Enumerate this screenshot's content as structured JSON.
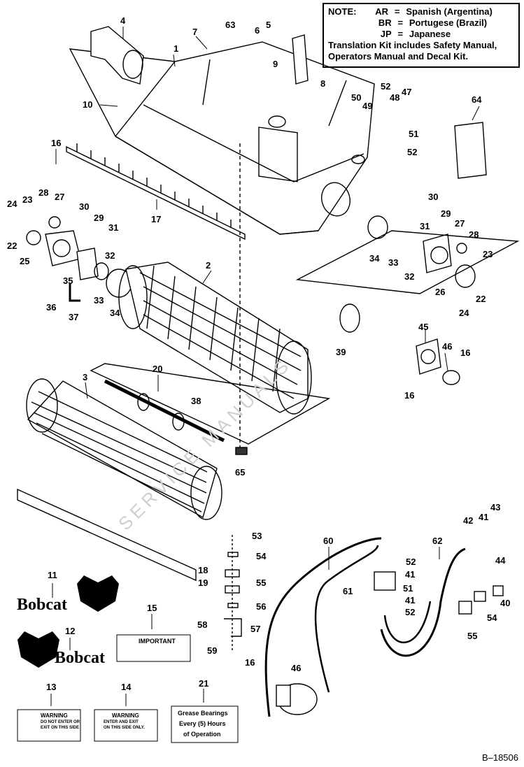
{
  "note": {
    "title": "NOTE:",
    "languages": [
      {
        "code": "AR",
        "eq": "=",
        "name": "Spanish (Argentina)"
      },
      {
        "code": "BR",
        "eq": "=",
        "name": "Portugese (Brazil)"
      },
      {
        "code": "JP",
        "eq": "=",
        "name": "Japanese"
      }
    ],
    "kit_line_1": "Translation Kit includes Safety Manual,",
    "kit_line_2": "Operators Manual and Decal Kit."
  },
  "callouts": [
    {
      "id": "c1",
      "text": "1"
    },
    {
      "id": "c2",
      "text": "2"
    },
    {
      "id": "c3",
      "text": "3"
    },
    {
      "id": "c4",
      "text": "4"
    },
    {
      "id": "c5",
      "text": "5"
    },
    {
      "id": "c6",
      "text": "6"
    },
    {
      "id": "c7",
      "text": "7"
    },
    {
      "id": "c8",
      "text": "8"
    },
    {
      "id": "c9",
      "text": "9"
    },
    {
      "id": "c10",
      "text": "10"
    },
    {
      "id": "c11",
      "text": "11"
    },
    {
      "id": "c12",
      "text": "12"
    },
    {
      "id": "c13",
      "text": "13"
    },
    {
      "id": "c14",
      "text": "14"
    },
    {
      "id": "c15",
      "text": "15"
    },
    {
      "id": "c16a",
      "text": "16"
    },
    {
      "id": "c16b",
      "text": "16"
    },
    {
      "id": "c16c",
      "text": "16"
    },
    {
      "id": "c16d",
      "text": "16"
    },
    {
      "id": "c17",
      "text": "17"
    },
    {
      "id": "c18",
      "text": "18"
    },
    {
      "id": "c19",
      "text": "19"
    },
    {
      "id": "c20",
      "text": "20"
    },
    {
      "id": "c21",
      "text": "21"
    },
    {
      "id": "c22a",
      "text": "22"
    },
    {
      "id": "c22b",
      "text": "22"
    },
    {
      "id": "c23a",
      "text": "23"
    },
    {
      "id": "c23b",
      "text": "23"
    },
    {
      "id": "c24a",
      "text": "24"
    },
    {
      "id": "c24b",
      "text": "24"
    },
    {
      "id": "c25",
      "text": "25"
    },
    {
      "id": "c26",
      "text": "26"
    },
    {
      "id": "c27a",
      "text": "27"
    },
    {
      "id": "c27b",
      "text": "27"
    },
    {
      "id": "c28a",
      "text": "28"
    },
    {
      "id": "c28b",
      "text": "28"
    },
    {
      "id": "c29a",
      "text": "29"
    },
    {
      "id": "c29b",
      "text": "29"
    },
    {
      "id": "c30a",
      "text": "30"
    },
    {
      "id": "c30b",
      "text": "30"
    },
    {
      "id": "c31a",
      "text": "31"
    },
    {
      "id": "c31b",
      "text": "31"
    },
    {
      "id": "c32a",
      "text": "32"
    },
    {
      "id": "c32b",
      "text": "32"
    },
    {
      "id": "c33a",
      "text": "33"
    },
    {
      "id": "c33b",
      "text": "33"
    },
    {
      "id": "c34a",
      "text": "34"
    },
    {
      "id": "c34b",
      "text": "34"
    },
    {
      "id": "c35",
      "text": "35"
    },
    {
      "id": "c36",
      "text": "36"
    },
    {
      "id": "c37",
      "text": "37"
    },
    {
      "id": "c38",
      "text": "38"
    },
    {
      "id": "c39",
      "text": "39"
    },
    {
      "id": "c40",
      "text": "40"
    },
    {
      "id": "c41a",
      "text": "41"
    },
    {
      "id": "c41b",
      "text": "41"
    },
    {
      "id": "c41c",
      "text": "41"
    },
    {
      "id": "c42",
      "text": "42"
    },
    {
      "id": "c43",
      "text": "43"
    },
    {
      "id": "c44",
      "text": "44"
    },
    {
      "id": "c45",
      "text": "45"
    },
    {
      "id": "c46a",
      "text": "46"
    },
    {
      "id": "c46b",
      "text": "46"
    },
    {
      "id": "c47",
      "text": "47"
    },
    {
      "id": "c48",
      "text": "48"
    },
    {
      "id": "c49",
      "text": "49"
    },
    {
      "id": "c50",
      "text": "50"
    },
    {
      "id": "c51a",
      "text": "51"
    },
    {
      "id": "c51b",
      "text": "51"
    },
    {
      "id": "c52a",
      "text": "52"
    },
    {
      "id": "c52b",
      "text": "52"
    },
    {
      "id": "c52c",
      "text": "52"
    },
    {
      "id": "c52d",
      "text": "52"
    },
    {
      "id": "c53",
      "text": "53"
    },
    {
      "id": "c54a",
      "text": "54"
    },
    {
      "id": "c54b",
      "text": "54"
    },
    {
      "id": "c55a",
      "text": "55"
    },
    {
      "id": "c55b",
      "text": "55"
    },
    {
      "id": "c56",
      "text": "56"
    },
    {
      "id": "c57",
      "text": "57"
    },
    {
      "id": "c58",
      "text": "58"
    },
    {
      "id": "c59",
      "text": "59"
    },
    {
      "id": "c60",
      "text": "60"
    },
    {
      "id": "c61",
      "text": "61"
    },
    {
      "id": "c62",
      "text": "62"
    },
    {
      "id": "c63",
      "text": "63"
    },
    {
      "id": "c64",
      "text": "64"
    },
    {
      "id": "c65",
      "text": "65"
    }
  ],
  "decals": {
    "bobcat_word_1": "Bobcat",
    "bobcat_word_2": "Bobcat",
    "important_title": "IMPORTANT",
    "warning_1_title": "WARNING",
    "warning_1_line_1": "DO NOT ENTER OR",
    "warning_1_line_2": "EXIT ON THIS SIDE",
    "warning_2_title": "WARNING",
    "warning_2_line_1": "ENTER AND EXIT",
    "warning_2_line_2": "ON THIS SIDE ONLY.",
    "grease_line_1": "Grease Bearings",
    "grease_line_2": "Every (5) Hours",
    "grease_line_3": "of Operation"
  },
  "reference": "B–18506"
}
